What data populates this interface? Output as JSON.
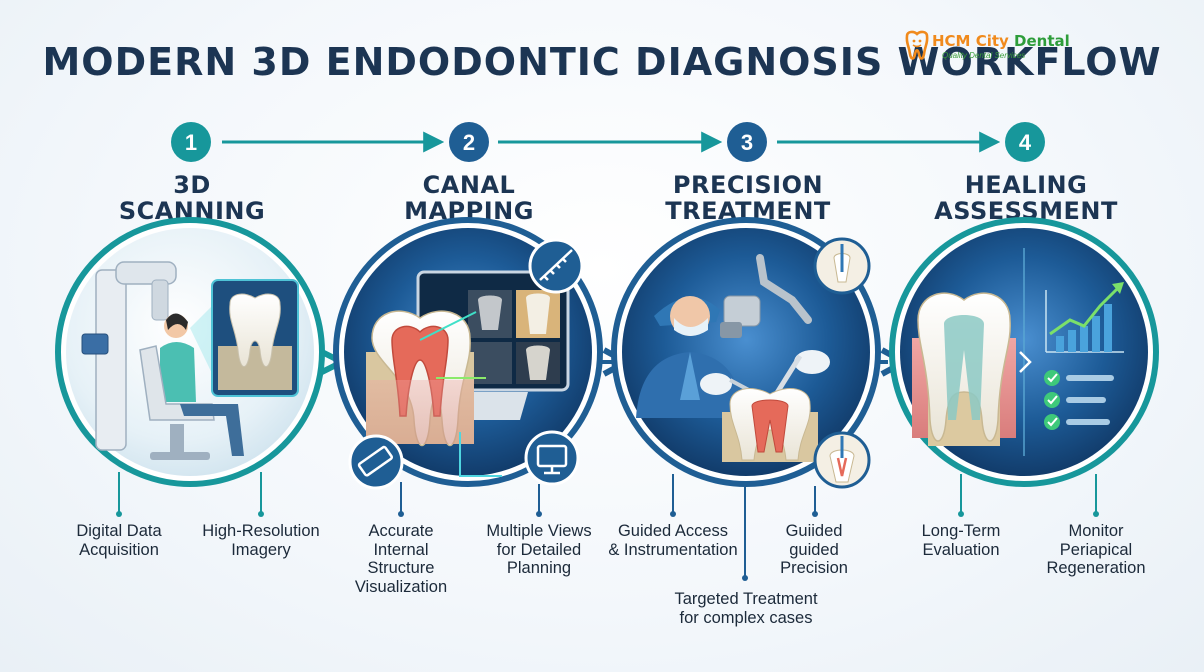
{
  "title": "MODERN 3D ENDODONTIC DIAGNOSIS WORKFLOW",
  "logo": {
    "name_part1": "HCM City ",
    "name_part2": "Dental",
    "tagline": "Quality Dental Services",
    "icon": "tooth-logo-icon"
  },
  "colors": {
    "title": "#1c3553",
    "teal": "#17979b",
    "navy": "#1f5e94",
    "accent_green": "#2e9d3a",
    "accent_orange": "#f08a1c"
  },
  "steps": [
    {
      "number": "1",
      "title_line1": "3D",
      "title_line2": "SCANNING",
      "captions": [
        {
          "lines": [
            "Digital Data",
            "Acquisition"
          ]
        },
        {
          "lines": [
            "High-Resolution",
            "Imagery"
          ]
        }
      ],
      "illustration": "cbct-scanner-icon"
    },
    {
      "number": "2",
      "title_line1": "CANAL",
      "title_line2": "MAPPING",
      "captions": [
        {
          "lines": [
            "Accurate",
            "Internal",
            "Structure",
            "Visualization"
          ]
        },
        {
          "lines": [
            "Multiple Views",
            "for Detailed",
            "Planning"
          ]
        }
      ],
      "illustration": "canal-map-monitor-icon"
    },
    {
      "number": "3",
      "title_line1": "PRECISION",
      "title_line2": "TREATMENT",
      "captions": [
        {
          "lines": [
            "Guided Access",
            "& Instrumentation"
          ]
        },
        {
          "lines": [
            "Guiided",
            "guided",
            "Precision"
          ]
        },
        {
          "lines": [
            "Targeted Treatment",
            "for complex cases"
          ]
        }
      ],
      "illustration": "dentist-microscope-icon"
    },
    {
      "number": "4",
      "title_line1": "HEALING",
      "title_line2": "ASSESSMENT",
      "captions": [
        {
          "lines": [
            "Long-Term",
            "Evaluation"
          ]
        },
        {
          "lines": [
            "Monitor",
            "Periapical",
            "Regeneration"
          ]
        }
      ],
      "illustration": "healing-chart-icon"
    }
  ]
}
